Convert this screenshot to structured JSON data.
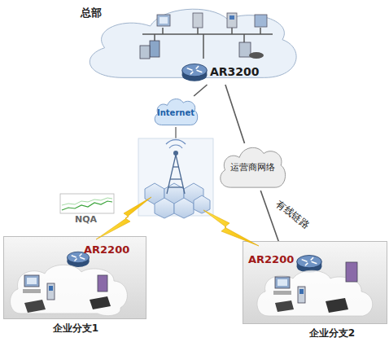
{
  "diagram": {
    "nodes": [
      {
        "text": [
          "总部"
        ]
      },
      {
        "text": [
          "AR3200"
        ],
        "in": 0
      },
      {
        "text": [
          "Internet"
        ]
      },
      {
        "text": [
          "运营商网络"
        ]
      },
      {
        "text": [
          "企业分支1"
        ]
      },
      {
        "text": [
          "AR2200"
        ],
        "in": 4
      },
      {
        "text": [
          "企业分支2"
        ]
      },
      {
        "text": [
          "AR2200"
        ],
        "in": 6
      }
    ],
    "edges": [
      {
        "from": 1,
        "to": 2,
        "arrow": "none"
      },
      {
        "from": 1,
        "to": 3,
        "arrow": "none"
      },
      {
        "from": 3,
        "to": 7,
        "label": "有线链路",
        "arrow": "none"
      }
    ],
    "labels": [
      "NQA"
    ]
  }
}
